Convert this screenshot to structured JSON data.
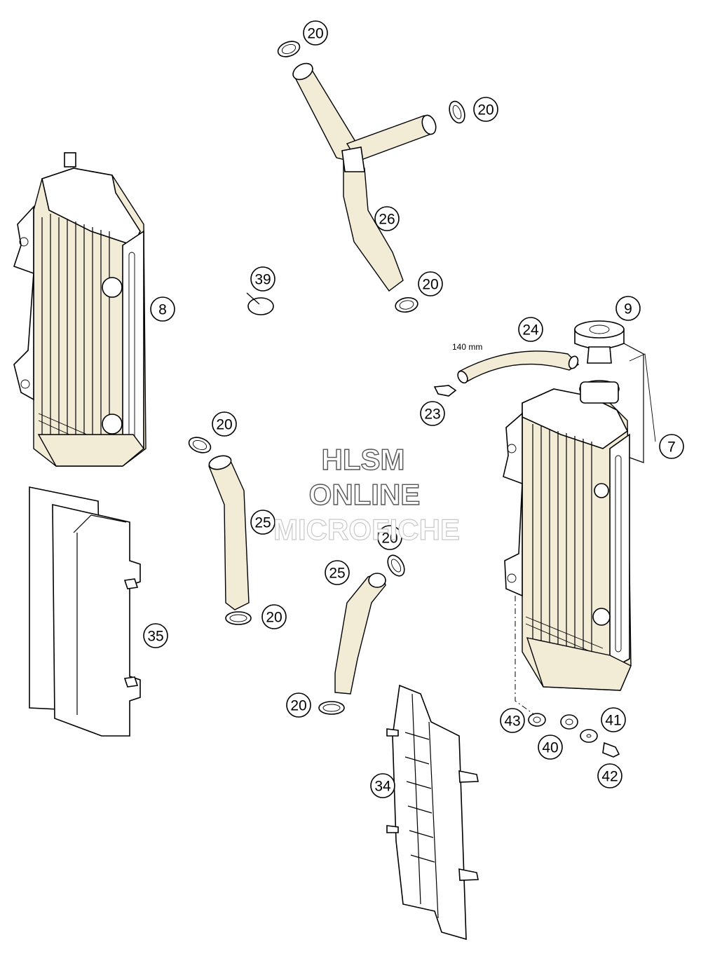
{
  "callouts": [
    {
      "id": "c20a",
      "label": "20"
    },
    {
      "id": "c20b",
      "label": "20"
    },
    {
      "id": "c26",
      "label": "26"
    },
    {
      "id": "c20c",
      "label": "20"
    },
    {
      "id": "c39",
      "label": "39"
    },
    {
      "id": "c8",
      "label": "8"
    },
    {
      "id": "c9",
      "label": "9"
    },
    {
      "id": "c24",
      "label": "24"
    },
    {
      "id": "c23",
      "label": "23"
    },
    {
      "id": "c7",
      "label": "7"
    },
    {
      "id": "c20d",
      "label": "20"
    },
    {
      "id": "c25a",
      "label": "25"
    },
    {
      "id": "c20e",
      "label": "20"
    },
    {
      "id": "c20f",
      "label": "20"
    },
    {
      "id": "c25b",
      "label": "25"
    },
    {
      "id": "c35",
      "label": "35"
    },
    {
      "id": "c20g",
      "label": "20"
    },
    {
      "id": "c43",
      "label": "43"
    },
    {
      "id": "c41",
      "label": "41"
    },
    {
      "id": "c40",
      "label": "40"
    },
    {
      "id": "c42",
      "label": "42"
    },
    {
      "id": "c34",
      "label": "34"
    }
  ],
  "dimension": "140 mm",
  "watermark": {
    "line1": "HLSM",
    "line2": "ONLINE",
    "line3": "MICROFICHE"
  }
}
